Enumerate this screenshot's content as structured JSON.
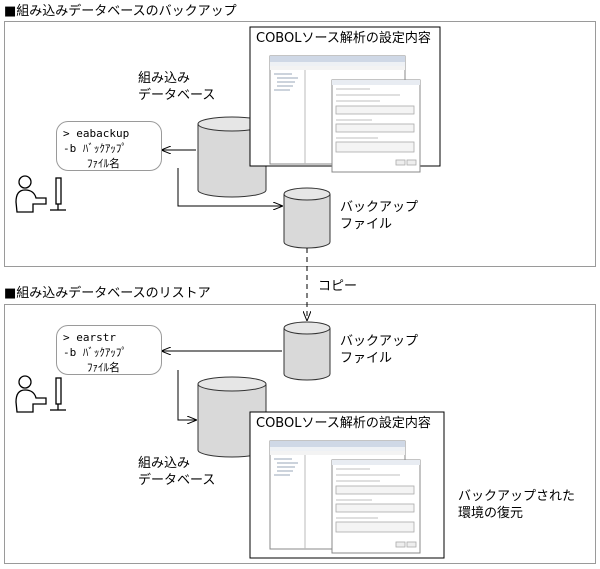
{
  "backup": {
    "section_title": "■組み込みデータベースのバックアップ",
    "db_label": [
      "組み込み",
      "データベース"
    ],
    "command": [
      "> eabackup",
      "-b ﾊﾞｯｸｱｯﾌﾟ",
      "ﾌｧｲﾙ名"
    ],
    "file_label": [
      "バックアップ",
      "ファイル"
    ],
    "screenshot_title": "COBOLソース解析の設定内容"
  },
  "copy_label": "コピー",
  "restore": {
    "section_title": "■組み込みデータベースのリストア",
    "db_label": [
      "組み込み",
      "データベース"
    ],
    "command": [
      "> earstr",
      "-b ﾊﾞｯｸｱｯﾌﾟ",
      "ﾌｧｲﾙ名"
    ],
    "file_label": [
      "バックアップ",
      "ファイル"
    ],
    "screenshot_title": "COBOLソース解析の設定内容",
    "result_label": [
      "バックアップされた",
      "環境の復元"
    ]
  }
}
